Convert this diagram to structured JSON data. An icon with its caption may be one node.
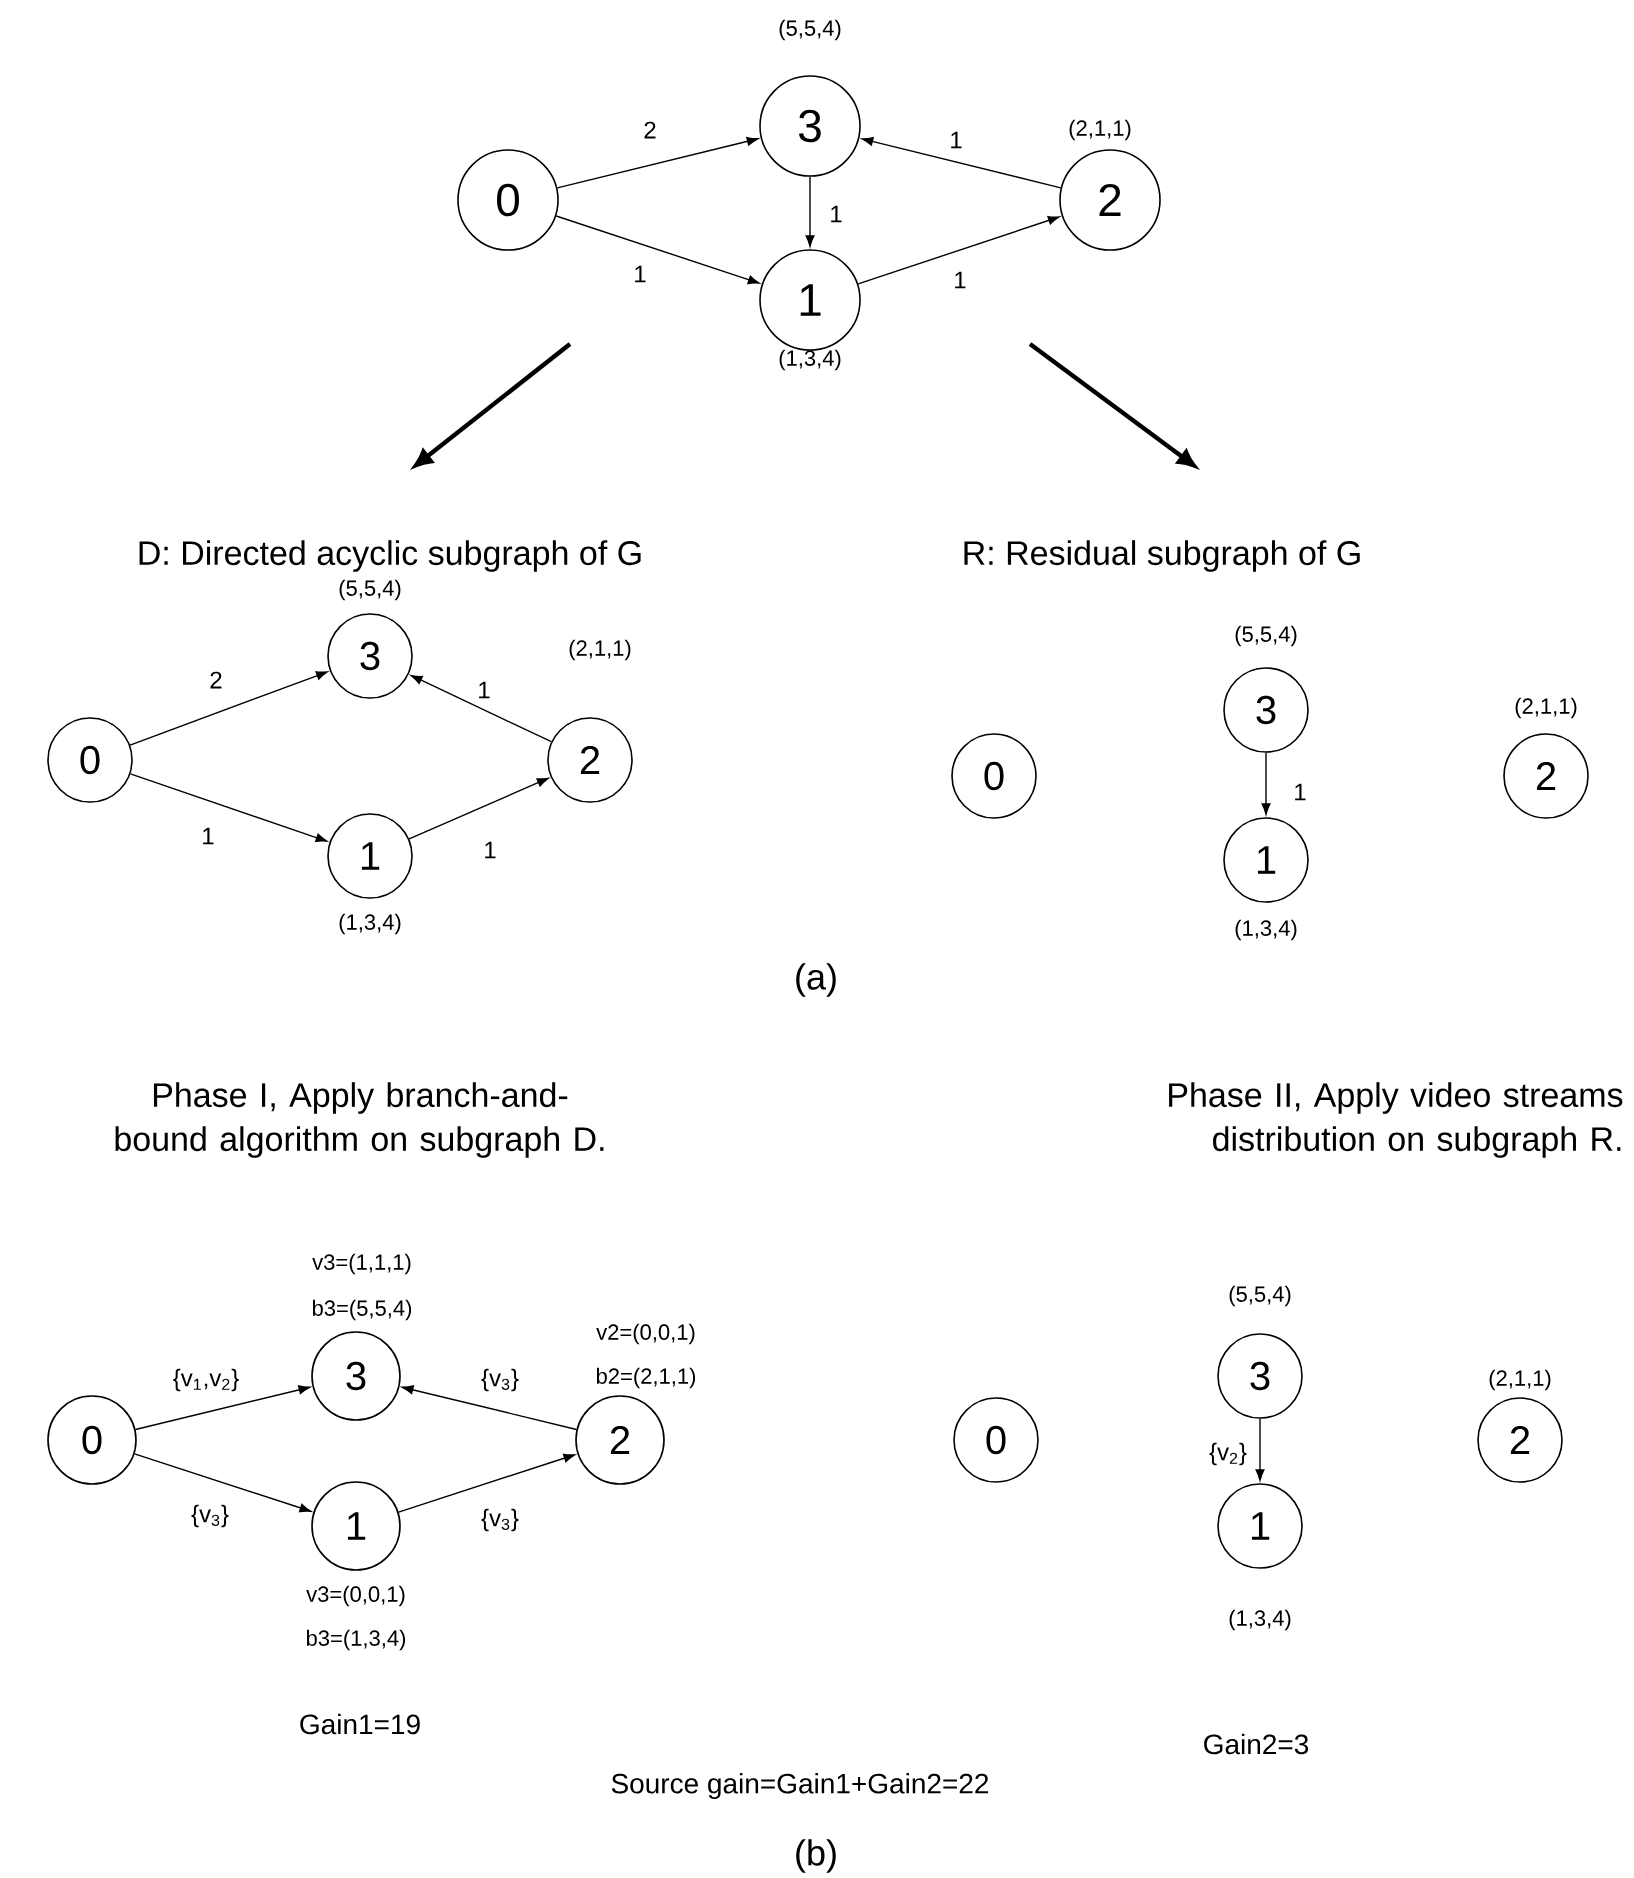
{
  "diagram": {
    "nodes": [
      {
        "text": [
          "0"
        ]
      },
      {
        "text": [
          "3"
        ],
        "beside": [
          "(5,5,4)"
        ]
      },
      {
        "text": [
          "1"
        ],
        "beside": [
          "(1,3,4)"
        ]
      },
      {
        "text": [
          "2"
        ],
        "beside": [
          "(2,1,1)"
        ]
      },
      {
        "text": [
          "0"
        ]
      },
      {
        "text": [
          "3"
        ],
        "beside": [
          "(5,5,4)"
        ]
      },
      {
        "text": [
          "1"
        ],
        "beside": [
          "(1,3,4)"
        ]
      },
      {
        "text": [
          "2"
        ],
        "beside": [
          "(2,1,1)"
        ]
      },
      {
        "text": [
          "0"
        ]
      },
      {
        "text": [
          "3"
        ],
        "beside": [
          "(5,5,4)"
        ]
      },
      {
        "text": [
          "1"
        ],
        "beside": [
          "(1,3,4)"
        ]
      },
      {
        "text": [
          "2"
        ],
        "beside": [
          "(2,1,1)"
        ]
      },
      {
        "text": [
          "0"
        ]
      },
      {
        "text": [
          "3"
        ],
        "beside": [
          "v3=(1,1,1)",
          "b3=(5,5,4)"
        ]
      },
      {
        "text": [
          "1"
        ],
        "beside": [
          "v3=(0,0,1)",
          "b3=(1,3,4)"
        ]
      },
      {
        "text": [
          "2"
        ],
        "beside": [
          "v2=(0,0,1)",
          "b2=(2,1,1)"
        ]
      },
      {
        "text": [
          "0"
        ]
      },
      {
        "text": [
          "3"
        ],
        "beside": [
          "(5,5,4)"
        ]
      },
      {
        "text": [
          "1"
        ],
        "beside": [
          "(1,3,4)"
        ]
      },
      {
        "text": [
          "2"
        ],
        "beside": [
          "(2,1,1)"
        ]
      }
    ],
    "edges": [
      {
        "from": 0,
        "to": 1,
        "arrow": "to",
        "label": "2"
      },
      {
        "from": 0,
        "to": 2,
        "arrow": "to",
        "label": "1"
      },
      {
        "from": 1,
        "to": 2,
        "arrow": "to",
        "label": "1"
      },
      {
        "from": 2,
        "to": 3,
        "arrow": "to",
        "label": "1"
      },
      {
        "from": 3,
        "to": 1,
        "arrow": "to",
        "label": "1"
      },
      {
        "from": 4,
        "to": 5,
        "arrow": "to",
        "label": "2"
      },
      {
        "from": 4,
        "to": 6,
        "arrow": "to",
        "label": "1"
      },
      {
        "from": 6,
        "to": 7,
        "arrow": "to",
        "label": "1"
      },
      {
        "from": 7,
        "to": 5,
        "arrow": "to",
        "label": "1"
      },
      {
        "from": 9,
        "to": 10,
        "arrow": "to",
        "label": "1"
      },
      {
        "from": 12,
        "to": 13,
        "arrow": "to",
        "label": "{v$_{1}$,v$_{2}$}"
      },
      {
        "from": 12,
        "to": 14,
        "arrow": "to",
        "label": "{v$_{3}$}"
      },
      {
        "from": 14,
        "to": 15,
        "arrow": "to",
        "label": "{v$_{3}$}"
      },
      {
        "from": 15,
        "to": 13,
        "arrow": "to",
        "label": "{v$_{3}$}"
      },
      {
        "from": 17,
        "to": 18,
        "arrow": "to",
        "label": "{v$_{2}$}"
      }
    ],
    "labels": [
      "D: Directed acyclic subgraph of G",
      "R: Residual subgraph of G",
      "(a)",
      "Phase I, Apply branch-and-bound algorithm on subgraph D.",
      "Phase II, Apply  video streams distribution on subgraph R.",
      "Gain1=19",
      "Gain2=3",
      "Source gain=Gain1+Gain2=22",
      "(b)"
    ]
  }
}
